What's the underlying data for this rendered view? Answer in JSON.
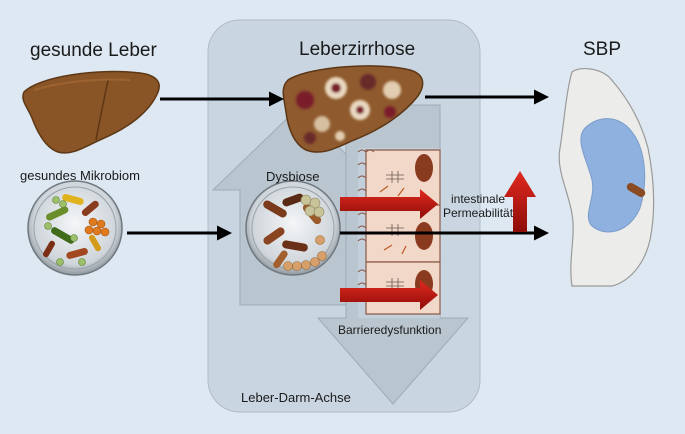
{
  "labels": {
    "healthy_liver": "gesunde Leber",
    "cirrhosis": "Leberzirrhose",
    "sbp": "SBP",
    "healthy_microbiome": "gesundes Mikrobiom",
    "dysbiosis": "Dysbiose",
    "intestinal_permeability_line1": "intestinale",
    "intestinal_permeability_line2": "Permeabilität",
    "barrier_dysfunction": "Barrieredysfunktion",
    "liver_gut_axis": "Leber-Darm-Achse"
  },
  "colors": {
    "background": "#dde8f2",
    "axis_panel": "#c9d6e1",
    "big_arrows": "#b9c5cf",
    "liver": "#8a5526",
    "red_arrow": "#c0140f",
    "black_arrow": "#000000",
    "ascites_fluid": "#8fb1df"
  },
  "icons": {
    "healthy_liver": "liver-icon",
    "cirrhotic_liver": "cirrhotic-liver-icon",
    "healthy_microbiome": "petri-dish-icon",
    "dysbiosis": "dysbiotic-petri-dish-icon",
    "intestinal_wall": "intestinal-epithelium-icon",
    "abdomen": "abdomen-ascites-icon"
  }
}
